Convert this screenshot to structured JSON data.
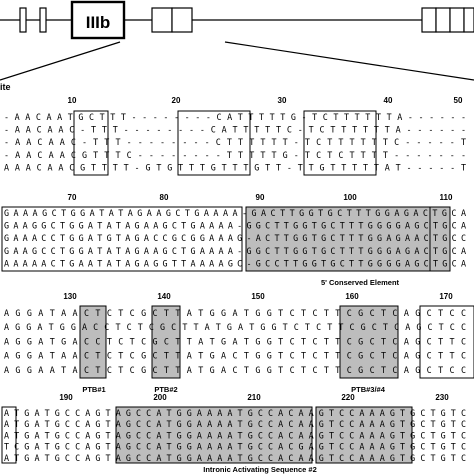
{
  "gene_map": {
    "exon_label": "IIIb",
    "site_label": "ite"
  },
  "blocks": [
    {
      "id": "block-1",
      "numbers": [
        "10",
        "20",
        "30",
        "40",
        "50"
      ],
      "rows": [
        "-AACAATGCTTT--------CATTTTTG-TCTTTTTTA------",
        "-AACAAC-TTT--------CATTTTTC-TCTTTTTTA------",
        "-AACAAC-TTT--------CTTTTTT-TCTTTTTTC-----T",
        "-AACAACGTTTC--------TTTTTG-TCTCTTTT-------",
        "AAACAACGTTTT-GTGTTTGTTTGTT-TTGTTTTTAT-----T"
      ],
      "caption": ""
    },
    {
      "id": "block-2",
      "numbers": [
        "70",
        "80",
        "90",
        "100",
        "110"
      ],
      "rows": [
        "GAAAGCTGGATATAGAAGCTGAAAA-GACTTGGTGCTTTGGAGACTGCA",
        "GAAGGCTGGATATAGAAGCTGAAAA-GGCTTGGTGCTTTGGGGAGCTGCA",
        "GAAACCTGGATGTAGACCGCGGAAAG-ACTTGGTGCTTTGGAGAACTGCC",
        "GAAGCCTGGATATAGAAGCTGAAAA-GGCTTGGTGCTTTGGGAGACTGCA",
        "AAAAACTGAATATAGAGGTTAAAAGC-GCCTTGGTGCTTGGGGAGCTGCA"
      ],
      "caption": "5' Conserved Element"
    },
    {
      "id": "block-3",
      "numbers": [
        "130",
        "140",
        "150",
        "160",
        "170"
      ],
      "rows": [
        "AGGATAACTCTCGCTTATGGATGGTCTCTTCGCTCAGCTCC",
        "AGGATGGACCTCTCGCTTATGATGGTCTCTTCGCTCAGCTCC",
        "AGGATGACCTCTCGCTTATGATGGTCTCTTCGCTCAGCTTC",
        "AGGATAACTCTCGCTTATGACTGGTCTCTTCGCTCAGCTTC",
        "AGGAATACTCTCGCTTATGACTGGTCTCTTCGCTCAGCTCC"
      ],
      "caption": "PTB#1   PTB#2   PTB#3/#4"
    },
    {
      "id": "block-4",
      "numbers": [
        "190",
        "200",
        "210",
        "220",
        "230"
      ],
      "rows": [
        "ATGATGCCAGTAGCCATGGAAAATGCCACAAGTCCAAAGTGCTGTC",
        "ATGATGCCAGTAGCCATGGAAAATGCCACAAGTCCAAAGTGCTGTC",
        "ATGATGCCAGTAGCCATGGAAAATGCCACAAGTCCAAAGTGCTGTC",
        "TCGATGCCAGTAGCCATGGAAAATGCCACGAGTCCAAAGTGCTGTC",
        "ATGATGCCAGTAGCCATGGAAAATGCCACAAGTCCAAAGTGCTGTC"
      ],
      "caption": "Intronic Activating Sequence #2"
    }
  ],
  "captions": {
    "ce": "5' Conserved Element",
    "ptb1": "PTB#1",
    "ptb2": "PTB#2",
    "ptb34": "PTB#3/#4",
    "ias2": "Intronic Activating Sequence #2"
  },
  "colors": {
    "shade": "#bdbdbd",
    "line": "#000000",
    "background": "#ffffff"
  }
}
